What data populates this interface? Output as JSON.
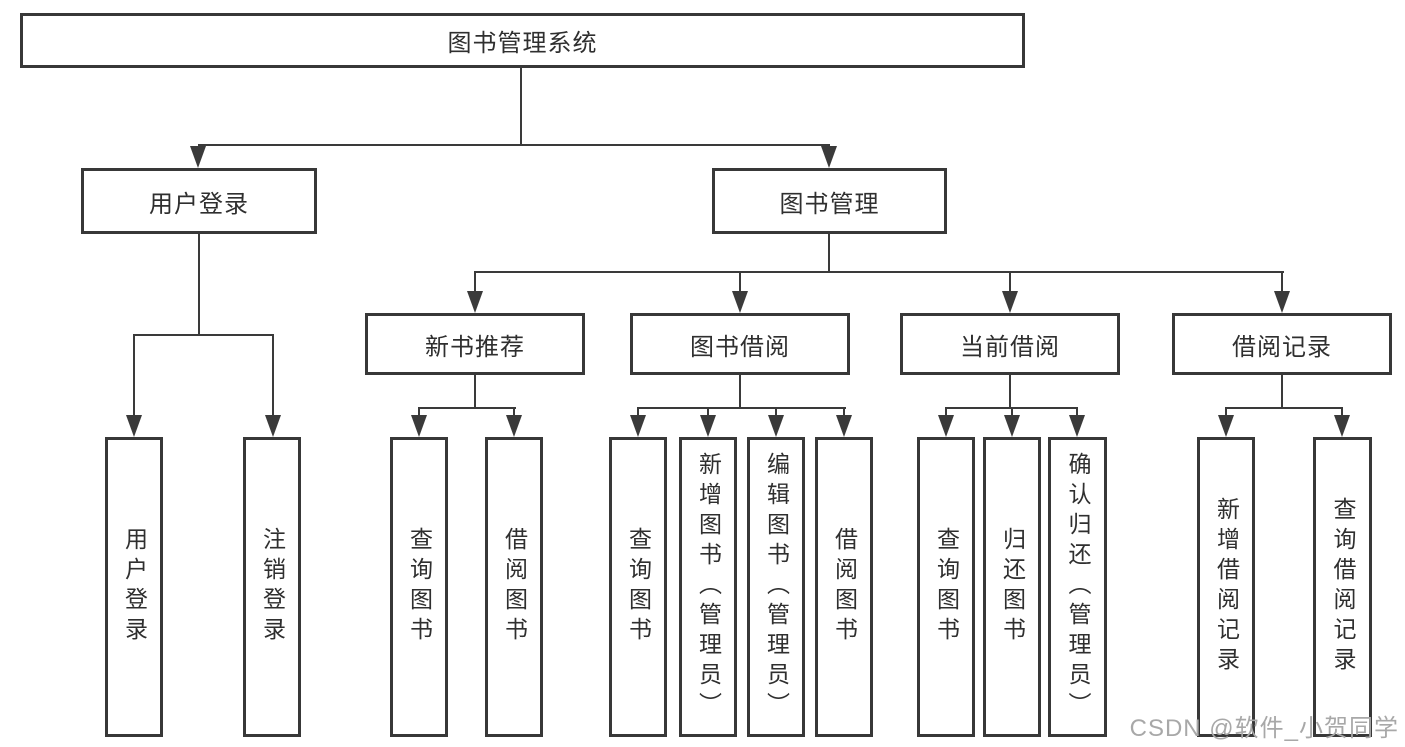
{
  "tree": {
    "root": {
      "label": "图书管理系统"
    },
    "branches": [
      {
        "label": "用户登录",
        "children": [
          {
            "label": "用户登录"
          },
          {
            "label": "注销登录"
          }
        ]
      },
      {
        "label": "图书管理",
        "children": [
          {
            "label": "新书推荐",
            "children": [
              {
                "label": "查询图书"
              },
              {
                "label": "借阅图书"
              }
            ]
          },
          {
            "label": "图书借阅",
            "children": [
              {
                "label": "查询图书"
              },
              {
                "label": "新增图书（管理员）"
              },
              {
                "label": "编辑图书（管理员）"
              },
              {
                "label": "借阅图书"
              }
            ]
          },
          {
            "label": "当前借阅",
            "children": [
              {
                "label": "查询图书"
              },
              {
                "label": "归还图书"
              },
              {
                "label": "确认归还（管理员）"
              }
            ]
          },
          {
            "label": "借阅记录",
            "children": [
              {
                "label": "新增借阅记录"
              },
              {
                "label": "查询借阅记录"
              }
            ]
          }
        ]
      }
    ]
  },
  "watermark": {
    "text": "CSDN @软件_小贺同学"
  },
  "colors": {
    "line": "#3a3a3a",
    "box_border": "#383838",
    "text": "#2f2f2f",
    "watermark": "#a8a8a8",
    "background": "#ffffff"
  }
}
